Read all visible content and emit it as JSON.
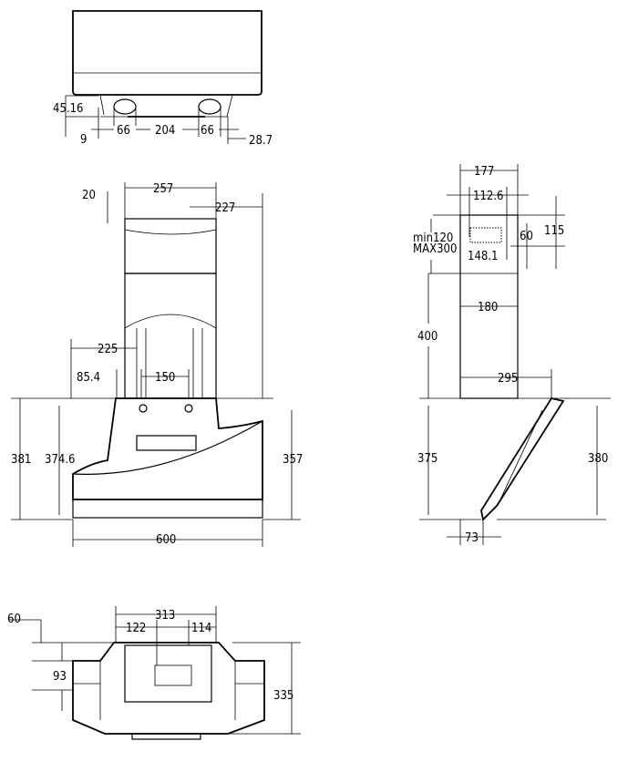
{
  "top_view": {
    "d_45_16": "45.16",
    "d_9": "9",
    "d_66a": "66",
    "d_204": "204",
    "d_66b": "66",
    "d_28_7": "28.7"
  },
  "front_view": {
    "d_20": "20",
    "d_257": "257",
    "d_227": "227",
    "d_225": "225",
    "d_85_4": "85.4",
    "d_150": "150",
    "d_381": "381",
    "d_374_6": "374.6",
    "d_357": "357",
    "d_600": "600"
  },
  "side_view": {
    "d_177": "177",
    "d_112_6": "112.6",
    "d_115": "115",
    "d_60": "60",
    "d_min": "min120",
    "d_max": "MAX300",
    "d_148_1": "148.1",
    "d_180": "180",
    "d_400": "400",
    "d_295": "295",
    "d_375": "375",
    "d_380": "380",
    "d_73": "73"
  },
  "bottom_view": {
    "d_60": "60",
    "d_313": "313",
    "d_122": "122",
    "d_114": "114",
    "d_93": "93",
    "d_335": "335"
  }
}
